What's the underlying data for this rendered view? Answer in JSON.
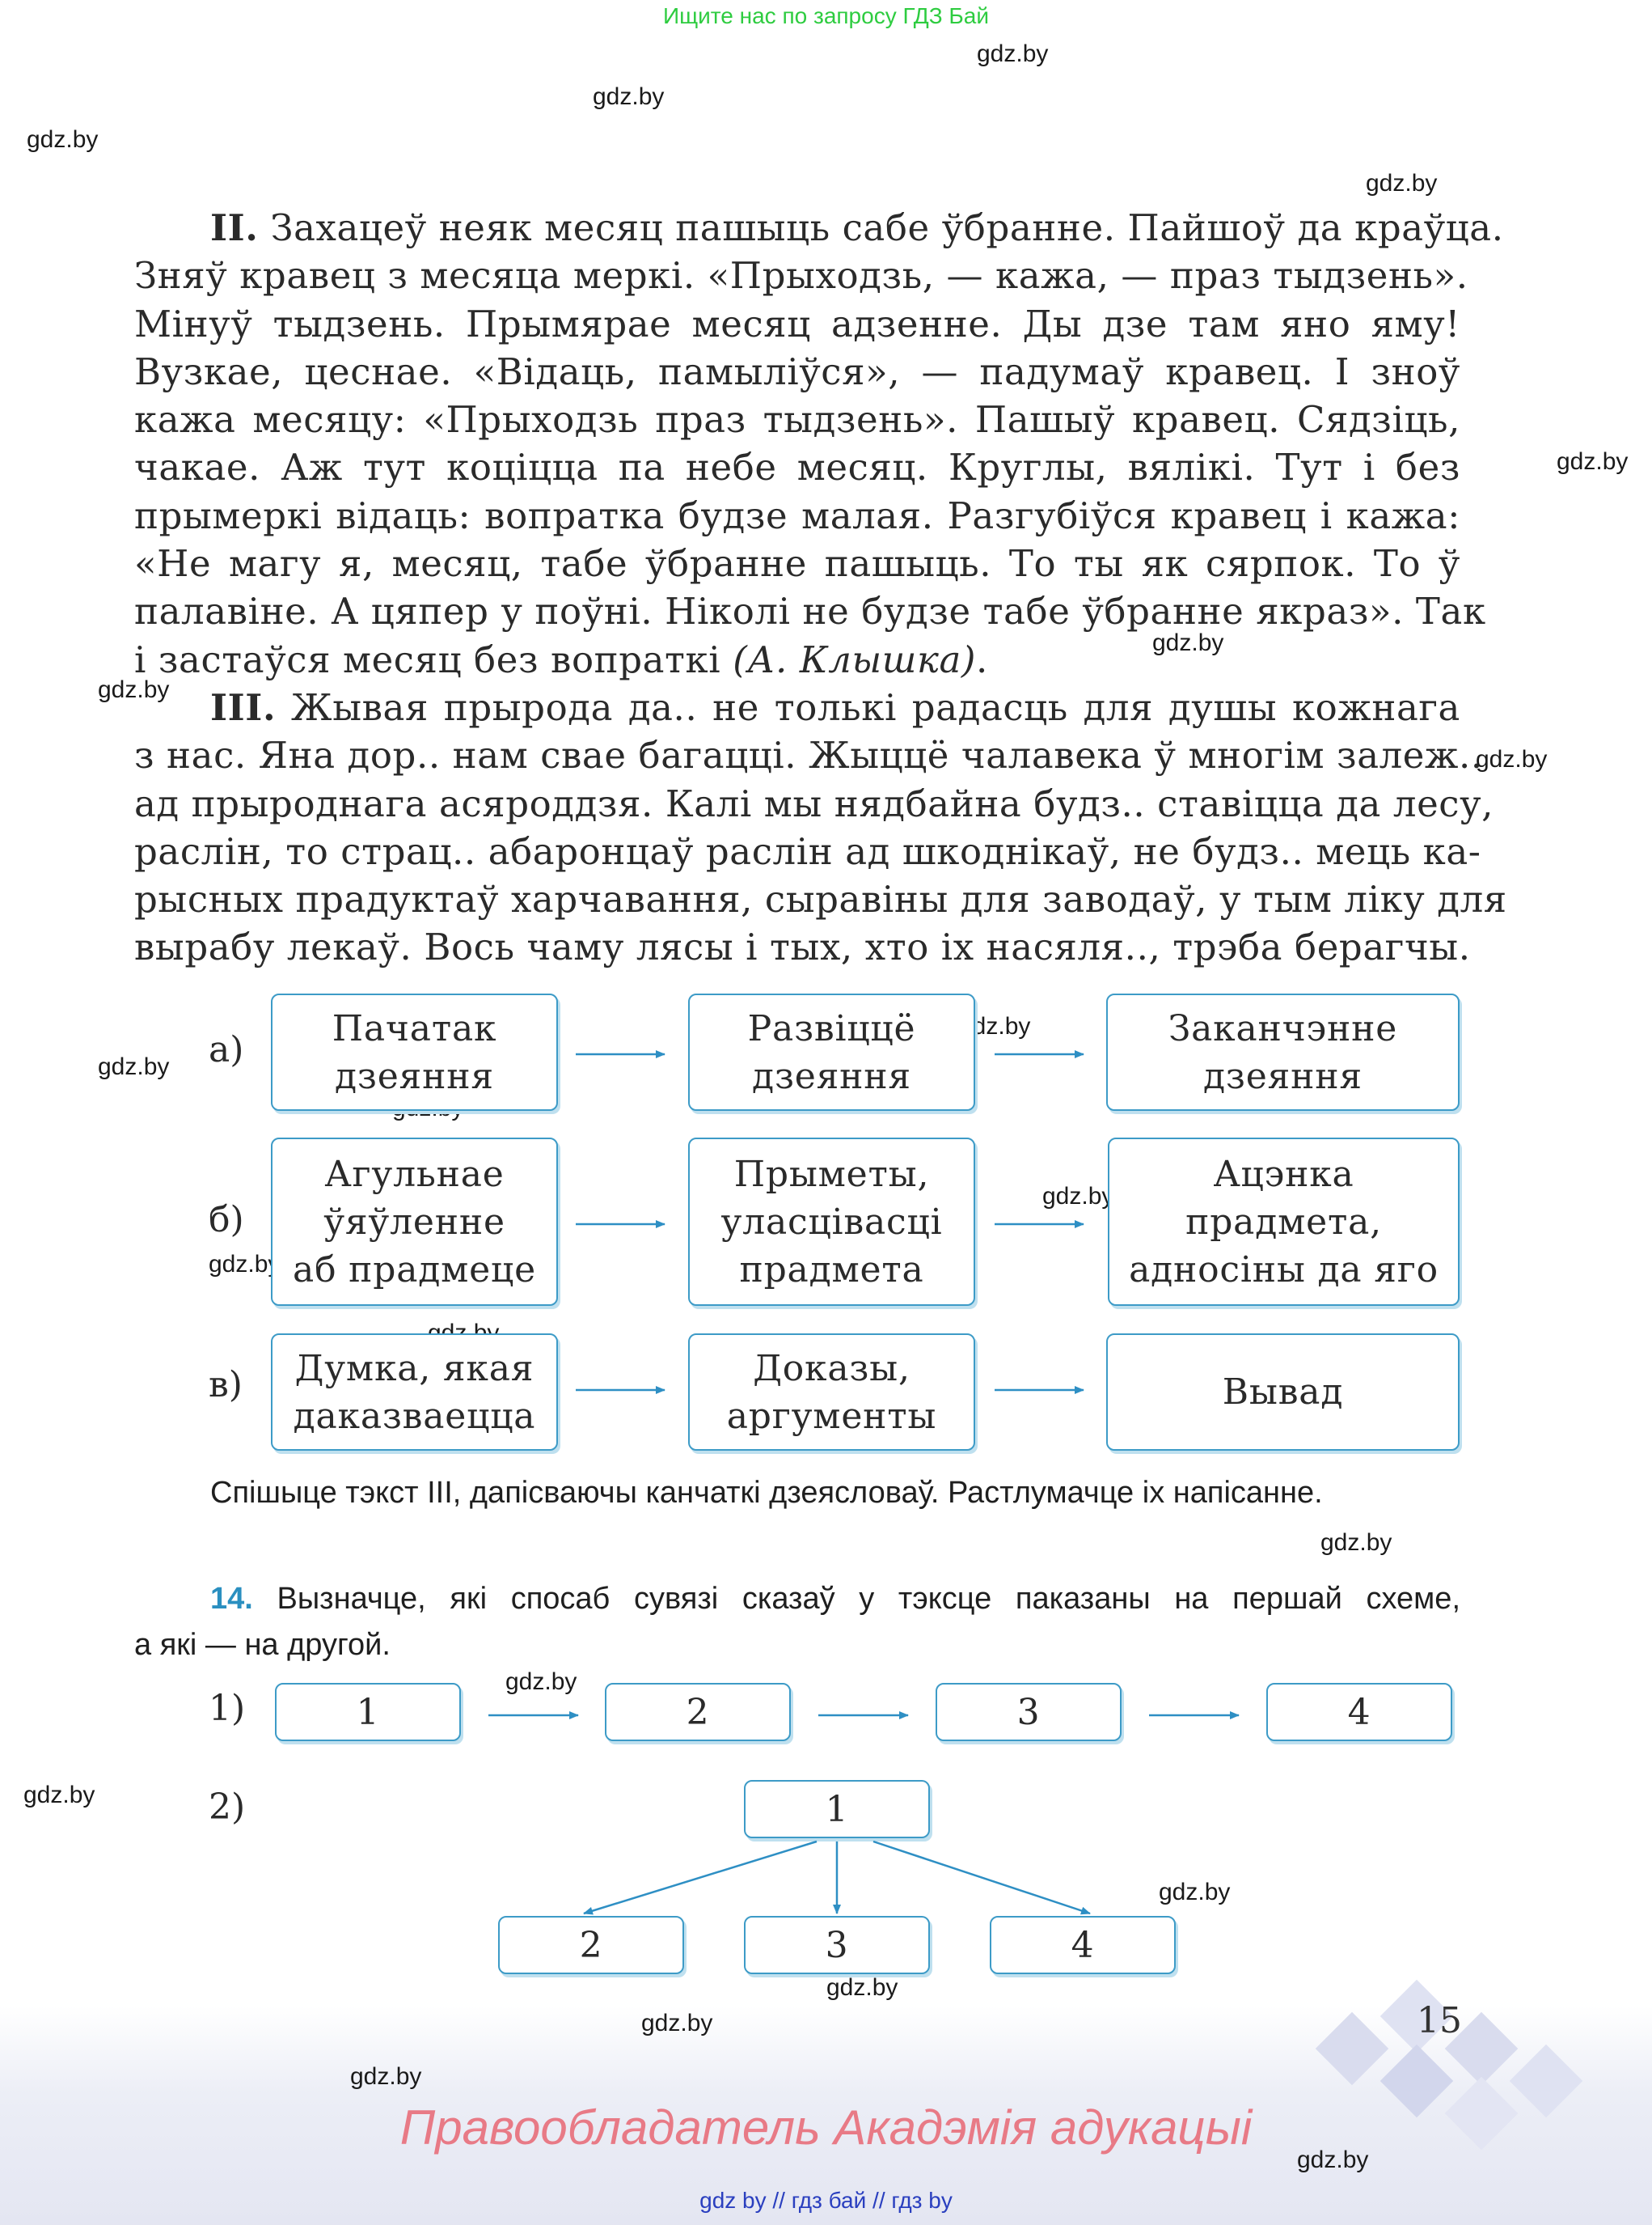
{
  "header_note": "Ищите нас по запросу ГДЗ Бай",
  "watermark": "gdz.by",
  "text_II": {
    "label": "II.",
    "lines": [
      "Захацеў неяк месяц пашыць сабе ўбранне. Пайшоў да краўца.",
      "Зняў кравец з месяца меркі. «Прыходзь, — кажа, — праз тыдзень».",
      "Мінуў тыдзень. Прымярае месяц адзенне. Ды дзе там яно яму!",
      "Вузкае, цеснае. «Відаць, памыліўся», — падумаў кравец. І зноў",
      "кажа месяцу: «Прыходзь праз тыдзень». Пашыў кравец. Сядзіць,",
      "чакае. Аж тут коціцца па небе месяц. Круглы, вялікі. Тут і без",
      "прымеркі відаць: вопратка будзе малая. Разгубіўся кравец і кажа:",
      "«Не магу я, месяц, табе ўбранне пашыць. То ты як сярпок. То ў",
      "палавіне. А цяпер у поўні. Ніколі не будзе табе ўбранне якраз». Так",
      "і застаўся месяц без вопраткі"
    ],
    "author": "(А. Клышка)",
    "end": "."
  },
  "text_III": {
    "label": "III.",
    "lines": [
      "Жывая прырода да.. не толькі радасць для душы кожнага",
      "з нас. Яна дор.. нам свае багацці. Жыццё чалавека ў многім залеж..",
      "ад прыроднага асяроддзя. Калі мы нядбайна будз.. ставіцца да лесу,",
      "раслін, то страц.. абаронцаў раслін ад шкоднікаў, не будз.. мець ка-",
      "рысных прадуктаў харчавання, сыравіны для заводаў, у тым ліку для",
      "вырабу лекаў. Вось чаму лясы і тых, хто іх насяля.., трэба берагчы."
    ]
  },
  "schemes": [
    {
      "label": "а)",
      "boxes": [
        "Пачатак\nдзеяння",
        "Развіццё\nдзеяння",
        "Заканчэнне\nдзеяння"
      ]
    },
    {
      "label": "б)",
      "boxes": [
        "Агульнае\nўяўленне\nаб прадмеце",
        "Прыметы,\nуласцівасці\nпрадмета",
        "Ацэнка\nпрадмета,\nадносіны да яго"
      ]
    },
    {
      "label": "в)",
      "boxes": [
        "Думка, якая\nдаказваецца",
        "Доказы,\nаргументы",
        "Вывад"
      ]
    }
  ],
  "instruction": "Спішыце тэкст III, дапісваючы канчаткі дзеясловаў. Растлумачце іх напісанне.",
  "task14": {
    "number": "14.",
    "line1": "Вызначце, які спосаб сувязі сказаў у тэксце паказаны на першай схеме,",
    "line2": "а які — на другой."
  },
  "chain_scheme": {
    "label": "1)",
    "boxes": [
      "1",
      "2",
      "3",
      "4"
    ]
  },
  "tree_scheme": {
    "label": "2)",
    "root": "1",
    "children": [
      "2",
      "3",
      "4"
    ]
  },
  "page_number": "15",
  "rights_holder": "Правообладатель Акадэмія адукацыі",
  "bottom_links": "gdz by  //  гдз бай  //  гдз by",
  "colors": {
    "box_border": "#3d9bc7",
    "arrow": "#2e8fc4",
    "task_number": "#2a8fc0",
    "rights": "#e87a86",
    "header_note": "#2ecc40"
  }
}
